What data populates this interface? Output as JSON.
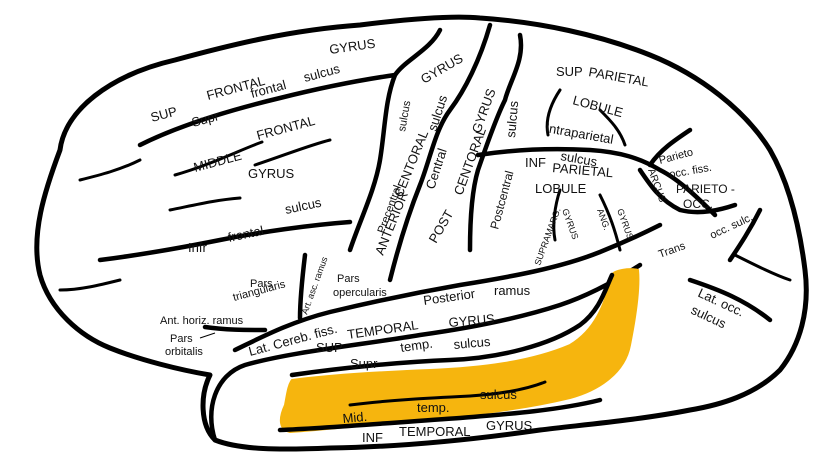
{
  "diagram": {
    "colors": {
      "highlight": "#f6b50e",
      "outline": "#000000",
      "background": "#ffffff"
    },
    "labels": {
      "sup_frontal_sup": "SUP",
      "sup_frontal_frontal": "FRONTAL",
      "sup_frontal_gyrus": "GYRUS",
      "sup_frontal_sulcus_frontal": "frontal",
      "sup_frontal_sulcus_sulcus": "sulcus",
      "middle_frontal_supr": "Supr",
      "middle_frontal_middle": "MIDDLE",
      "middle_frontal_frontal": "FRONTAL",
      "middle_frontal_gyrus": "GYRUS",
      "infr_frontal_infr": "Infr",
      "infr_frontal_frontal": "frontal",
      "infr_frontal_sulcus": "sulcus",
      "ant_central_anterior": "ANTERIOR",
      "ant_central_central": "CENTORAL",
      "ant_central_gyrus": "GYRUS",
      "precentral_sulcus": "sulcus",
      "precentral_precentral": "Precentral",
      "central_sulcus_central": "Central",
      "central_sulcus_sulcus": "sulcus",
      "post_central_post": "POST",
      "post_central_central": "CENTORAL",
      "post_central_gyrus": "GYRUS",
      "postcentral_sulcus_sulcus": "sulcus",
      "postcentral_sulcus_postcentral": "Postcentral",
      "sup_parietal_sup": "SUP",
      "sup_parietal_parietal": "PARIETAL",
      "sup_parietal_lobule": "LOBULE",
      "intraparietal_intraparietal": "Intraparietal",
      "intraparietal_sulcus": "sulcus",
      "inf_parietal_inf": "INF",
      "inf_parietal_parietal": "PARIETAL",
      "inf_parietal_lobule": "LOBULE",
      "parieto_occ_fiss_parieto": "Parieto",
      "parieto_occ_fiss_occ": "occ. fiss.",
      "parieto_occ_parieto": "PARIETO -",
      "parieto_occ_occ": "OCC.",
      "arcus": "ARCUS",
      "trans_occ_trans": "Trans",
      "trans_occ_occ": "occ. sulc.",
      "lat_occ_lat": "Lat. occ.",
      "lat_occ_sulcus": "sulcus",
      "supramarg_supramarg": "SUPRAMARG.",
      "supramarg_gyrus": "GYRUS",
      "ang_ang": "ANG.",
      "ang_gyrus": "GYRUS",
      "pars_triangularis_pars": "Pars",
      "pars_triangularis_triangularis": "triangularis",
      "pars_opercularis_pars": "Pars",
      "pars_opercularis_opercularis": "opercularis",
      "art_asc_ramus": "Art. asc. ramus",
      "ant_horiz_ramus": "Ant. horiz. ramus",
      "pars_orbitalis_pars": "Pars",
      "pars_orbitalis_orbitalis": "orbitalis",
      "lat_cereb_fiss": "Lat. Cereb. fiss.",
      "posterior_ramus_posterior": "Posterior",
      "posterior_ramus_ramus": "ramus",
      "sup_temporal_sup": "SUP",
      "sup_temporal_temporal": "TEMPORAL",
      "sup_temporal_gyrus": "GYRUS",
      "supr_temp_supr": "Supr",
      "supr_temp_temp": "temp.",
      "supr_temp_sulcus": "sulcus",
      "mid_temp_mid": "Mid.",
      "mid_temp_temp": "temp.",
      "mid_temp_sulcus": "sulcus",
      "inf_temporal_inf": "INF",
      "inf_temporal_temporal": "TEMPORAL",
      "inf_temporal_gyrus": "GYRUS"
    }
  }
}
